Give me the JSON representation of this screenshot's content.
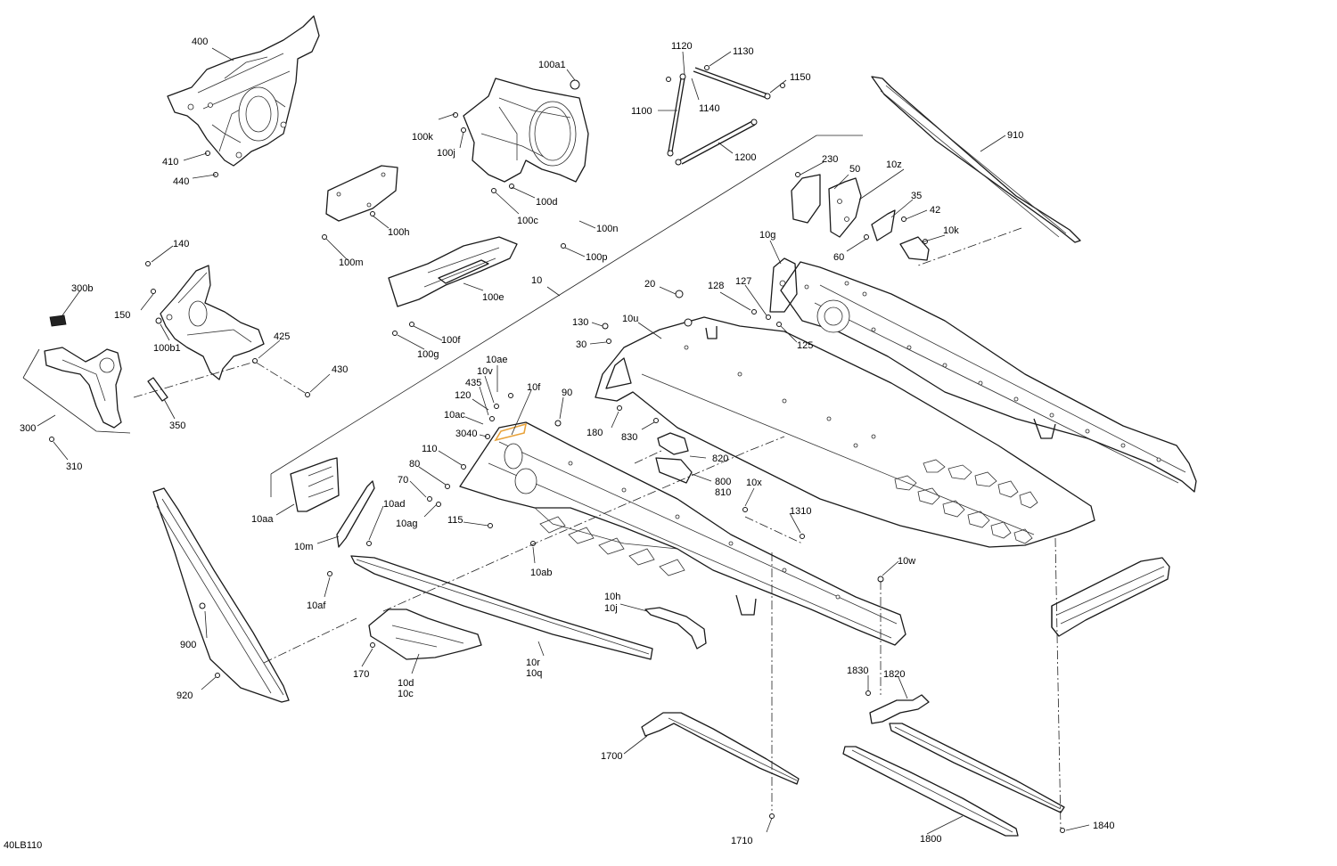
{
  "document_id": "40LB110",
  "accent_color": "#e8a23a",
  "callouts": [
    "400",
    "410",
    "440",
    "100a1",
    "100k",
    "100j",
    "100d",
    "100c",
    "100n",
    "100p",
    "1120",
    "1130",
    "1150",
    "1100",
    "1140",
    "1200",
    "910",
    "230",
    "50",
    "10z",
    "35",
    "42",
    "10k",
    "60",
    "10g",
    "100h",
    "100m",
    "100e",
    "10",
    "100f",
    "100g",
    "140",
    "300b",
    "150",
    "100b1",
    "425",
    "430",
    "300",
    "350",
    "310",
    "20",
    "128",
    "127",
    "125",
    "130",
    "10u",
    "30",
    "180",
    "10ae",
    "10v",
    "435",
    "10f",
    "90",
    "120",
    "10ac",
    "3040",
    "110",
    "80",
    "70",
    "10ag",
    "115",
    "10ab",
    "830",
    "820",
    "800",
    "810",
    "10x",
    "1310",
    "10aa",
    "10ad",
    "10m",
    "10af",
    "10w",
    "900",
    "920",
    "170",
    "10d",
    "10c",
    "10r",
    "10q",
    "10h",
    "10j",
    "1830",
    "1820",
    "1700",
    "1710",
    "1800",
    "1840"
  ]
}
